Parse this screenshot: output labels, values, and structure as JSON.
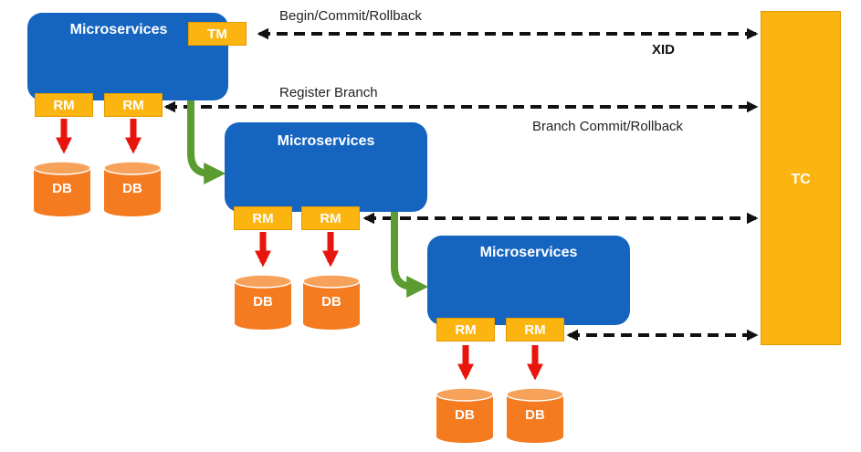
{
  "colors": {
    "service_blue": "#1565c0",
    "tag_orange": "#fbb410",
    "db_orange": "#f47b20",
    "arrow_red": "#e8150c",
    "arrow_green": "#5a9c2f",
    "line_black": "#111111"
  },
  "services": [
    {
      "title": "Microservices",
      "tm": "TM",
      "rm": [
        "RM",
        "RM"
      ],
      "db": [
        "DB",
        "DB"
      ]
    },
    {
      "title": "Microservices",
      "rm": [
        "RM",
        "RM"
      ],
      "db": [
        "DB",
        "DB"
      ]
    },
    {
      "title": "Microservices",
      "rm": [
        "RM",
        "RM"
      ],
      "db": [
        "DB",
        "DB"
      ]
    }
  ],
  "tc": {
    "label": "TC"
  },
  "labels": {
    "begin_commit_rollback": "Begin/Commit/Rollback",
    "xid": "XID",
    "register_branch": "Register Branch",
    "branch_commit_rollback": "Branch Commit/Rollback"
  }
}
